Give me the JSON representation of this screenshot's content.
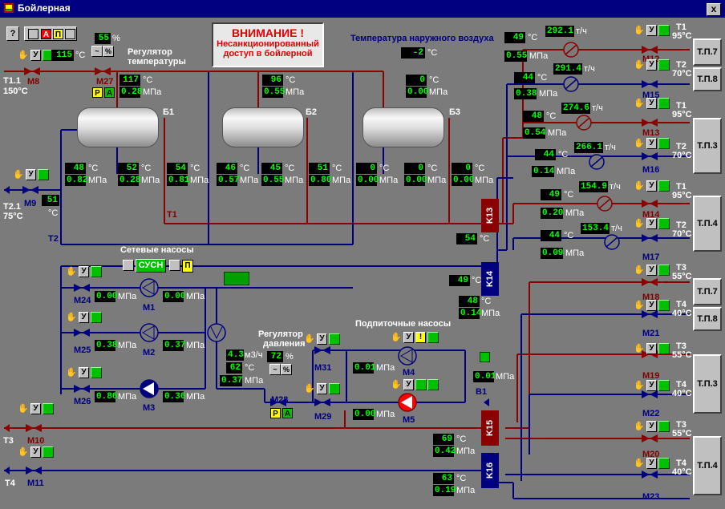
{
  "window": {
    "title": "Бойлерная",
    "close_label": "x"
  },
  "toolbar": {
    "help_label": "?",
    "a_label": "А",
    "p_label": "П"
  },
  "warning": {
    "line1": "ВНИМАНИЕ !",
    "line2": "Несанкционированный",
    "line3": "доступ в бойлерной"
  },
  "outdoor": {
    "label": "Температура наружного воздуха",
    "value": "-2",
    "unit": "°C"
  },
  "temp_regulator": {
    "label1": "Регулятор",
    "label2": "температуры",
    "percent": "55",
    "percent_unit": "%",
    "p_label": "Р",
    "a_label": "А"
  },
  "pressure_regulator": {
    "label1": "Регулятор",
    "label2": "давления",
    "percent": "72",
    "percent_unit": "%",
    "flow": "4.3",
    "flow_unit": "м3/ч",
    "temp": "62",
    "pressure": "0.37",
    "p_label": "Р",
    "a_label": "А"
  },
  "units": {
    "c": "°C",
    "mpa": "МПа",
    "th": "т/ч"
  },
  "ctl": {
    "u": "У"
  },
  "inputs": {
    "t11": {
      "label": "T1.1",
      "temp_label": "150°C",
      "value": "115",
      "valve": "M8"
    },
    "t21": {
      "label": "T2.1",
      "temp_label": "75°C",
      "value": "51",
      "valve": "M9"
    }
  },
  "m27": "M27",
  "boilers": [
    {
      "name": "Б1",
      "top_t": "117",
      "top_p": "0.28",
      "bl_t": "48",
      "bl_p": "0.82",
      "bm_t": "52",
      "bm_p": "0.28",
      "br_t": "54",
      "br_p": "0.81"
    },
    {
      "name": "Б2",
      "top_t": "96",
      "top_p": "0.55",
      "bl_t": "46",
      "bl_p": "0.57",
      "bm_t": "45",
      "bm_p": "0.55",
      "br_t": "51",
      "br_p": "0.80"
    },
    {
      "name": "Б3",
      "top_t": "0",
      "top_p": "0.00",
      "bl_t": "0",
      "bl_p": "0.00",
      "bm_t": "0",
      "bm_p": "0.00",
      "br_t": "0",
      "br_p": "0.00"
    }
  ],
  "lines": {
    "t1": "T1",
    "t2": "T2",
    "t3": "T3",
    "t4": "T4"
  },
  "k13": {
    "label": "K13",
    "temp": "54"
  },
  "k14": {
    "label": "K14",
    "temp": "49",
    "temp2": "48",
    "p2": "0.14"
  },
  "k15": {
    "label": "K15",
    "temp": "69",
    "p": "0.42"
  },
  "k16": {
    "label": "K16",
    "temp": "63",
    "p": "0.19"
  },
  "net_pumps": {
    "label": "Сетевые насосы",
    "mode": "СУСН",
    "p_label": "П",
    "pumps": [
      {
        "valve": "M24",
        "name": "M1",
        "p_in": "0.00",
        "p_out": "0.00"
      },
      {
        "valve": "M25",
        "name": "M2",
        "p_in": "0.38",
        "p_out": "0.37"
      },
      {
        "valve": "M26",
        "name": "M3",
        "p_in": "0.86",
        "p_out": "0.36"
      }
    ]
  },
  "feed_pumps": {
    "label": "Подпиточные  насосы",
    "m4": {
      "name": "M4",
      "p": "0.01"
    },
    "m5": {
      "name": "M5",
      "p": "0.00"
    },
    "b1": {
      "name": "B1",
      "p": "0.01"
    },
    "valves": {
      "m31": "M31",
      "m29": "M29",
      "m28": "M28"
    }
  },
  "bottom": {
    "t3": "T3",
    "t4": "T4",
    "m10": "M10",
    "m11": "M11"
  },
  "consumers": [
    {
      "line": "T1",
      "temp": "95°C",
      "valve": "M12",
      "meter_t": "49",
      "meter_p": "0.55",
      "flow": "292.1",
      "tp": "Т.П.7"
    },
    {
      "line": "T2",
      "temp": "70°C",
      "valve": "M15",
      "meter_t": "44",
      "meter_p": "0.38",
      "flow": "291.4",
      "tp": "Т.П.8"
    },
    {
      "line": "T1",
      "temp": "95°C",
      "valve": "M13",
      "meter_t": "48",
      "meter_p": "0.54",
      "flow": "274.6",
      "tp": "Т.П.3"
    },
    {
      "line": "T2",
      "temp": "70°C",
      "valve": "M16",
      "meter_t": "44",
      "meter_p": "0.14",
      "flow": "266.1",
      "tp": ""
    },
    {
      "line": "T1",
      "temp": "95°C",
      "valve": "M14",
      "meter_t": "49",
      "meter_p": "0.20",
      "flow": "154.9",
      "tp": "Т.П.4"
    },
    {
      "line": "T2",
      "temp": "70°C",
      "valve": "M17",
      "meter_t": "44",
      "meter_p": "0.09",
      "flow": "153.4",
      "tp": ""
    }
  ],
  "consumers_low": [
    {
      "line": "T3",
      "temp": "55°C",
      "valve": "M18",
      "tp": "Т.П.7"
    },
    {
      "line": "T4",
      "temp": "40°C",
      "valve": "M21",
      "tp": "Т.П.8"
    },
    {
      "line": "T3",
      "temp": "55°C",
      "valve": "M19",
      "tp": "Т.П.3"
    },
    {
      "line": "T4",
      "temp": "40°C",
      "valve": "M22",
      "tp": ""
    },
    {
      "line": "T3",
      "temp": "55°C",
      "valve": "M20",
      "tp": "Т.П.4"
    },
    {
      "line": "T4",
      "temp": "40°C",
      "valve": "M23",
      "tp": ""
    }
  ],
  "colors": {
    "hot": "#8b0000",
    "cold": "#00007f",
    "background": "#7b7b7b",
    "display_bg": "#000000",
    "display_fg": "#00ff00"
  }
}
